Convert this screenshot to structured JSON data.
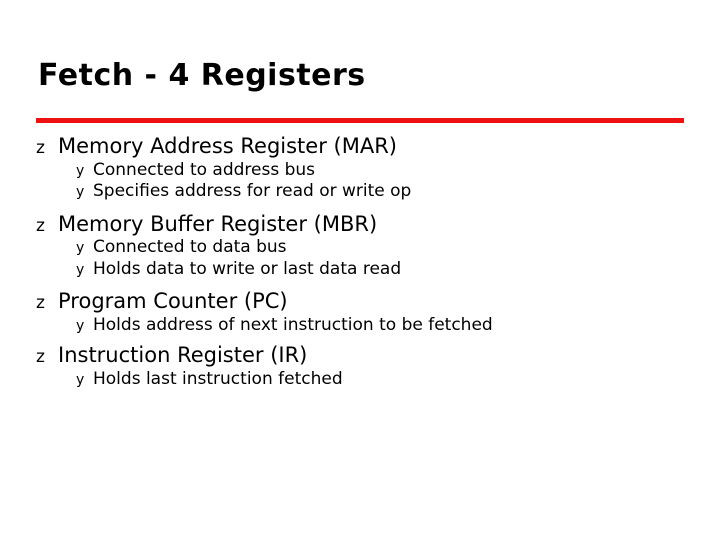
{
  "slide": {
    "title": "Fetch - 4 Registers",
    "accent_color": "#ee1111",
    "text_color": "#000000",
    "background_color": "#ffffff",
    "bullet_level1_glyph": "z",
    "bullet_level2_glyph": "y",
    "groups": [
      {
        "heading": "Memory Address Register (MAR)",
        "subitems": [
          "Connected to address bus",
          "Specifies address for read or write op"
        ]
      },
      {
        "heading": "Memory Buffer Register (MBR)",
        "subitems": [
          "Connected to data bus",
          "Holds data to write or last data read"
        ]
      },
      {
        "heading": "Program Counter (PC)",
        "subitems": [
          "Holds address of next instruction to be fetched"
        ]
      },
      {
        "heading": "Instruction Register (IR)",
        "subitems": [
          "Holds last instruction fetched"
        ]
      }
    ]
  }
}
